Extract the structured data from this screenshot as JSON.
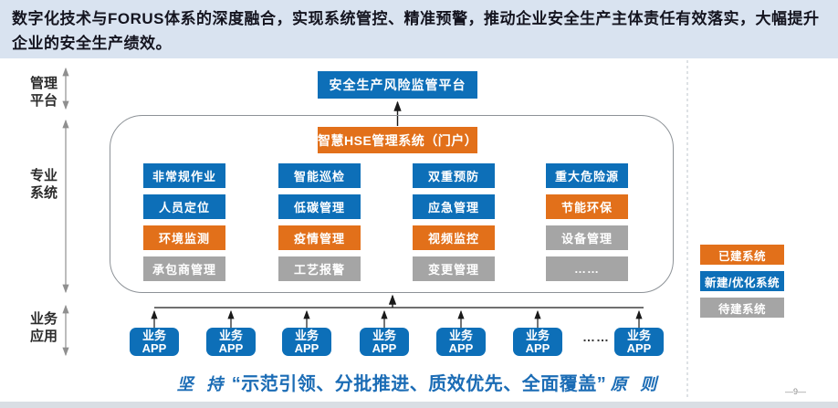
{
  "header": {
    "text": "数字化技术与FORUS体系的深度融合，实现系统管控、精准预警，推动企业安全生产主体责任有效落实，大幅提升企业的安全生产绩效。"
  },
  "side_labels": [
    {
      "line1": "管理",
      "line2": "平台"
    },
    {
      "line1": "专业",
      "line2": "系统"
    },
    {
      "line1": "业务",
      "line2": "应用"
    }
  ],
  "platform": {
    "label": "安全生产风险监管平台"
  },
  "portal": {
    "label": "智慧HSE管理系统（门户）"
  },
  "grid": {
    "columns": [
      {
        "items": [
          {
            "label": "非常规作业",
            "status": "new"
          },
          {
            "label": "人员定位",
            "status": "new"
          },
          {
            "label": "环境监测",
            "status": "built"
          },
          {
            "label": "承包商管理",
            "status": "pending"
          }
        ]
      },
      {
        "items": [
          {
            "label": "智能巡检",
            "status": "new"
          },
          {
            "label": "低碳管理",
            "status": "new"
          },
          {
            "label": "疫情管理",
            "status": "built"
          },
          {
            "label": "工艺报警",
            "status": "pending"
          }
        ]
      },
      {
        "items": [
          {
            "label": "双重预防",
            "status": "new"
          },
          {
            "label": "应急管理",
            "status": "new"
          },
          {
            "label": "视频监控",
            "status": "built"
          },
          {
            "label": "变更管理",
            "status": "pending"
          }
        ]
      },
      {
        "items": [
          {
            "label": "重大危险源",
            "status": "new"
          },
          {
            "label": "节能环保",
            "status": "built"
          },
          {
            "label": "设备管理",
            "status": "pending"
          },
          {
            "label": "……",
            "status": "pending"
          }
        ]
      }
    ]
  },
  "apps": {
    "line1": "业务",
    "line2": "APP",
    "ellipsis": "……"
  },
  "legend": {
    "items": [
      {
        "label": "已建系统",
        "status": "built",
        "color": "#e2701a"
      },
      {
        "label": "新建/优化系统",
        "status": "new",
        "color": "#0d6fb8"
      },
      {
        "label": "待建系统",
        "status": "pending",
        "color": "#a5a5a5"
      }
    ]
  },
  "slogan": {
    "prefix": "坚 持",
    "quoted": "“示范引领、分批推进、质效优先、全面覆盖”",
    "suffix": "原 则"
  },
  "page_number": "—9—",
  "colors": {
    "built": "#e2701a",
    "new": "#0d6fb8",
    "pending": "#a5a5a5",
    "header_bg": "#d9e3f0"
  }
}
